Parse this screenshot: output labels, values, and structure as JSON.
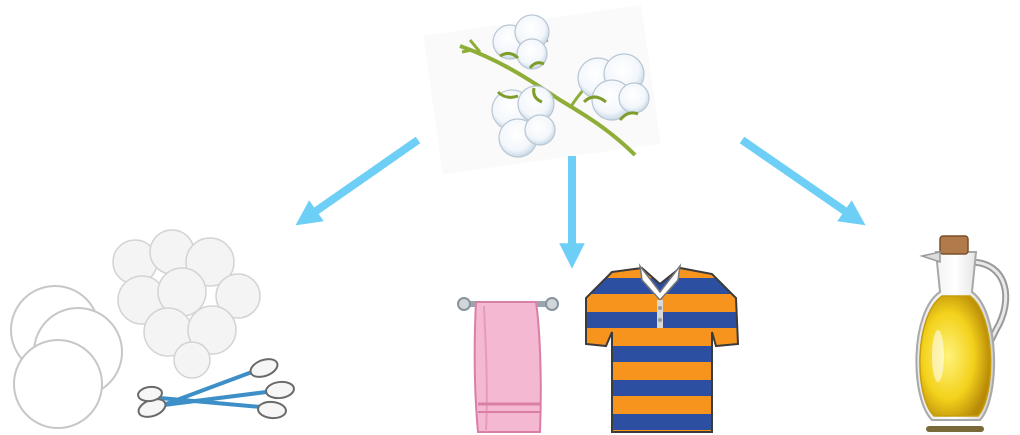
{
  "diagram": {
    "source": {
      "item": "cotton-plant"
    },
    "arrow_color": "#6ecff6",
    "products": [
      {
        "group": "cotton-care-products",
        "items": [
          "cotton-pads",
          "cotton-balls",
          "cotton-swabs"
        ]
      },
      {
        "group": "cotton-textiles",
        "items": [
          "towel",
          "striped-polo-shirt"
        ]
      },
      {
        "group": "cottonseed-oil",
        "items": [
          "oil-jug"
        ]
      }
    ]
  }
}
